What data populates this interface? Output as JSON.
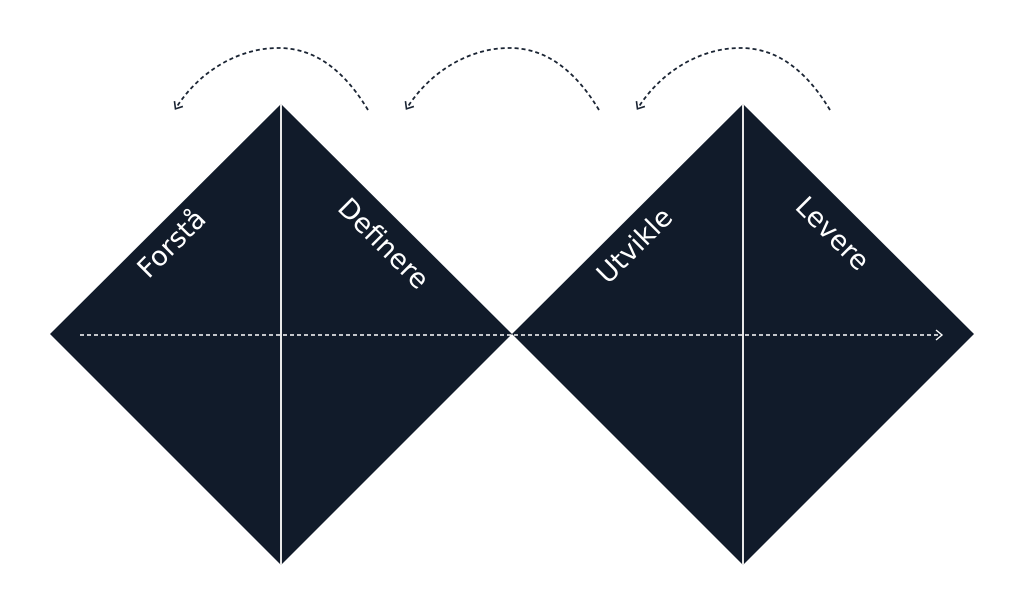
{
  "diagram": {
    "title": "Double Diamond",
    "phases": [
      {
        "label": "Forstå"
      },
      {
        "label": "Definere"
      },
      {
        "label": "Utvikle"
      },
      {
        "label": "Levere"
      }
    ],
    "colors": {
      "diamond": "#111b2a",
      "line": "#ffffff",
      "arrow": "#1a2433"
    }
  }
}
